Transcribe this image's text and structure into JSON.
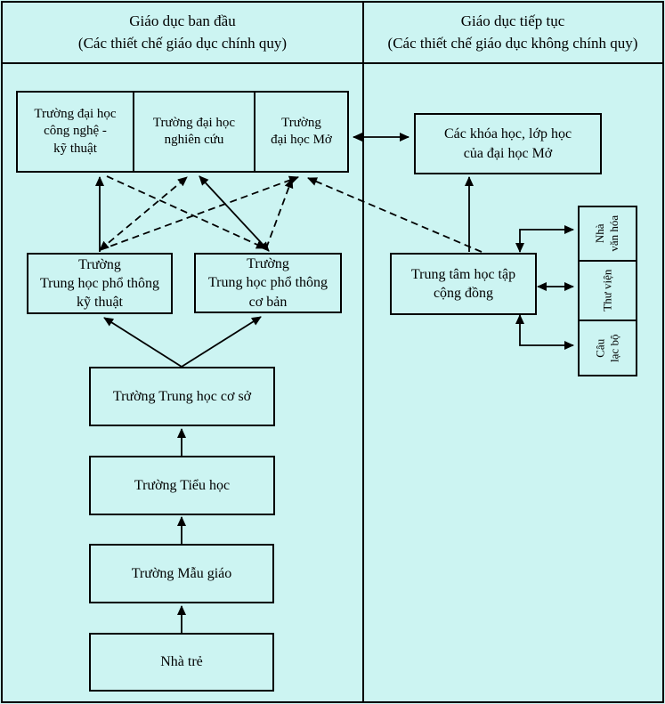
{
  "header": {
    "left": {
      "title": "Giáo dục ban đầu",
      "subtitle": "(Các thiết chế giáo dục chính quy)"
    },
    "right": {
      "title": "Giáo dục tiếp tục",
      "subtitle": "(Các thiết chế giáo dục không chính quy)"
    }
  },
  "formal_column": {
    "universities": {
      "tech": "Trường đại học\ncông nghệ -\nkỹ thuật",
      "research": "Trường đại học\nnghiên cứu",
      "open": "Trường\nđại học Mở"
    },
    "upper_secondary": {
      "technical": "Trường\nTrung học phổ thông\nkỹ thuật",
      "basic": "Trường\nTrung học phổ thông\ncơ bản"
    },
    "lower_secondary": "Trường Trung học cơ sở",
    "primary": "Trường Tiểu học",
    "kindergarten": "Trường Mẫu giáo",
    "nursery": "Nhà trẻ"
  },
  "continuing_column": {
    "open_courses": "Các khóa học, lớp học\ncủa đại học Mở",
    "community_center": "Trung tâm học tập\ncộng đồng",
    "facilities": {
      "culture_house": "Nhà\nvăn hóa",
      "library": "Thư viện",
      "club": "Câu\nlạc bộ"
    }
  },
  "colors": {
    "background": "#ccf4f2",
    "line": "#000000"
  }
}
